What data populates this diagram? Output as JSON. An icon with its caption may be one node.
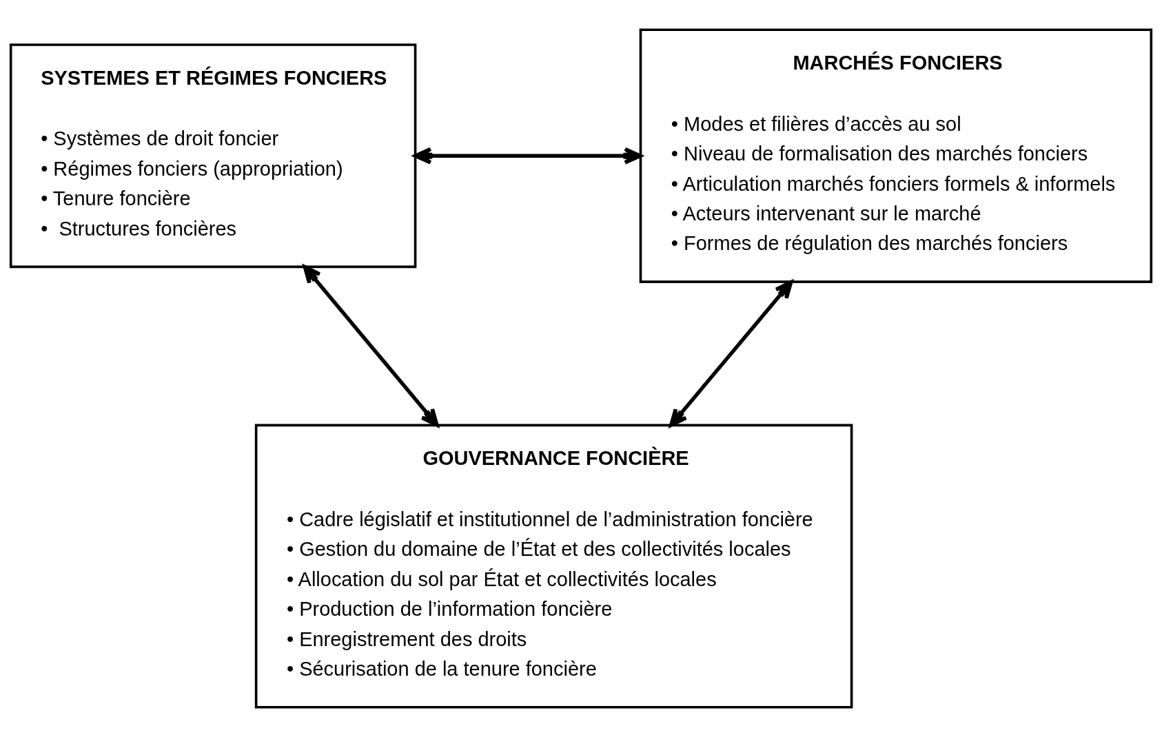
{
  "diagram": {
    "nodes": [
      {
        "text": [
          "SYSTEMES ET RÉGIMES FONCIERS",
          "• Systèmes de droit foncier",
          "• Régimes fonciers (appropriation)",
          "• Tenure foncière",
          "•  Structures foncières"
        ]
      },
      {
        "text": [
          "MARCHÉS FONCIERS",
          "• Modes et filières d’accès au sol",
          "• Niveau de formalisation des marchés fonciers",
          "• Articulation marchés fonciers formels & informels",
          "• Acteurs intervenant sur le marché",
          "• Formes de régulation des marchés fonciers"
        ]
      },
      {
        "text": [
          "GOUVERNANCE FONCIÈRE",
          "• Cadre législatif et institutionnel de l’administration foncière",
          "• Gestion du domaine de l’État et des collectivités locales",
          "• Allocation du sol par État et collectivités locales",
          "• Production de l’information foncière",
          "• Enregistrement des droits",
          "• Sécurisation de la tenure foncière"
        ]
      }
    ],
    "edges": [
      {
        "from": 0,
        "to": 1,
        "arrow": "both"
      },
      {
        "from": 0,
        "to": 2,
        "arrow": "both"
      },
      {
        "from": 1,
        "to": 2,
        "arrow": "both"
      }
    ]
  }
}
